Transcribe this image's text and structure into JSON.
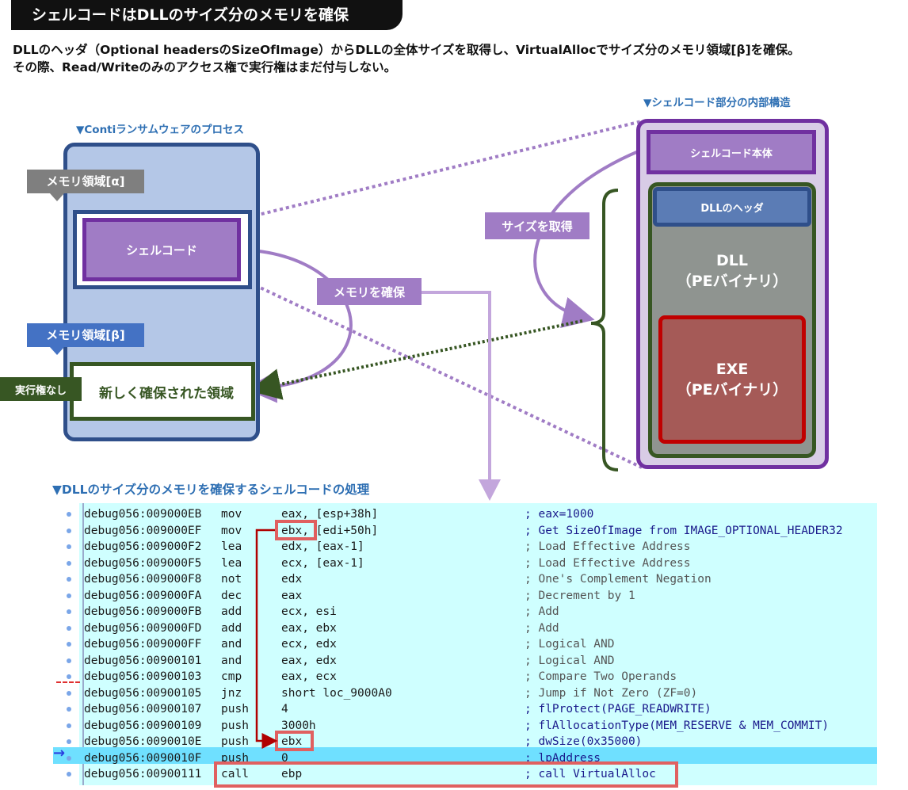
{
  "title": "シェルコードはDLLのサイズ分のメモリを確保",
  "intro": {
    "line1": "DLLのヘッダ（Optional headersのSizeOfImage）からDLLの全体サイズを取得し、VirtualAllocでサイズ分のメモリ領域[β]を確保。",
    "line2": "その際、Read/Writeのみのアクセス権で実行権はまだ付与しない。"
  },
  "process": {
    "caption": "▼Contiランサムウェアのプロセス",
    "region_alpha_label": "メモリ領域[α]",
    "shellcode_label": "シェルコード",
    "region_beta_label": "メモリ領域[β]",
    "new_region_label": "新しく確保された領域",
    "no_exec_label": "実行権なし"
  },
  "shellcode_structure": {
    "caption": "▼シェルコード部分の内部構造",
    "body_label": "シェルコード本体",
    "dll_header_label": "DLLのヘッダ",
    "dll_label_1": "DLL",
    "dll_label_2": "（PEバイナリ）",
    "exe_label_1": "EXE",
    "exe_label_2": "（PEバイナリ）"
  },
  "actions": {
    "get_size": "サイズを取得",
    "allocate": "メモリを確保"
  },
  "code": {
    "caption": "▼DLLのサイズ分のメモリを確保するシェルコードの処理",
    "rows": [
      {
        "addr": "debug056:009000EB",
        "mn": "mov",
        "op": "eax, [esp+38h]",
        "cm": "; eax=1000",
        "api": true
      },
      {
        "addr": "debug056:009000EF",
        "mn": "mov",
        "op": "ebx, [edi+50h]",
        "cm": "; Get SizeOfImage from IMAGE_OPTIONAL_HEADER32",
        "api": true
      },
      {
        "addr": "debug056:009000F2",
        "mn": "lea",
        "op": "edx, [eax-1]",
        "cm": "; Load Effective Address",
        "api": false
      },
      {
        "addr": "debug056:009000F5",
        "mn": "lea",
        "op": "ecx, [eax-1]",
        "cm": "; Load Effective Address",
        "api": false
      },
      {
        "addr": "debug056:009000F8",
        "mn": "not",
        "op": "edx",
        "cm": "; One's Complement Negation",
        "api": false
      },
      {
        "addr": "debug056:009000FA",
        "mn": "dec",
        "op": "eax",
        "cm": "; Decrement by 1",
        "api": false
      },
      {
        "addr": "debug056:009000FB",
        "mn": "add",
        "op": "ecx, esi",
        "cm": "; Add",
        "api": false
      },
      {
        "addr": "debug056:009000FD",
        "mn": "add",
        "op": "eax, ebx",
        "cm": "; Add",
        "api": false
      },
      {
        "addr": "debug056:009000FF",
        "mn": "and",
        "op": "ecx, edx",
        "cm": "; Logical AND",
        "api": false
      },
      {
        "addr": "debug056:00900101",
        "mn": "and",
        "op": "eax, edx",
        "cm": "; Logical AND",
        "api": false
      },
      {
        "addr": "debug056:00900103",
        "mn": "cmp",
        "op": "eax, ecx",
        "cm": "; Compare Two Operands",
        "api": false
      },
      {
        "addr": "debug056:00900105",
        "mn": "jnz",
        "op": "short loc_9000A0",
        "cm": "; Jump if Not Zero (ZF=0)",
        "api": false
      },
      {
        "addr": "debug056:00900107",
        "mn": "push",
        "op": "4",
        "cm": "; flProtect(PAGE_READWRITE)",
        "api": true
      },
      {
        "addr": "debug056:00900109",
        "mn": "push",
        "op": "3000h",
        "cm": "; flAllocationType(MEM_RESERVE & MEM_COMMIT)",
        "api": true
      },
      {
        "addr": "debug056:0090010E",
        "mn": "push",
        "op": "ebx",
        "cm": "; dwSize(0x35000)",
        "api": true
      },
      {
        "addr": "debug056:0090010F",
        "mn": "push",
        "op": "0",
        "cm": "; lpAddress",
        "api": true
      },
      {
        "addr": "debug056:00900111",
        "mn": "call",
        "op": "ebp",
        "cm": "; call VirtualAlloc",
        "api": true
      }
    ]
  },
  "colors": {
    "purple": "#7030a0",
    "lavender": "#a07cc5",
    "navy": "#2f4f8a",
    "green": "#375623",
    "red": "#c00000",
    "code_bg": "#cfffff",
    "highlight": "#e06060"
  }
}
